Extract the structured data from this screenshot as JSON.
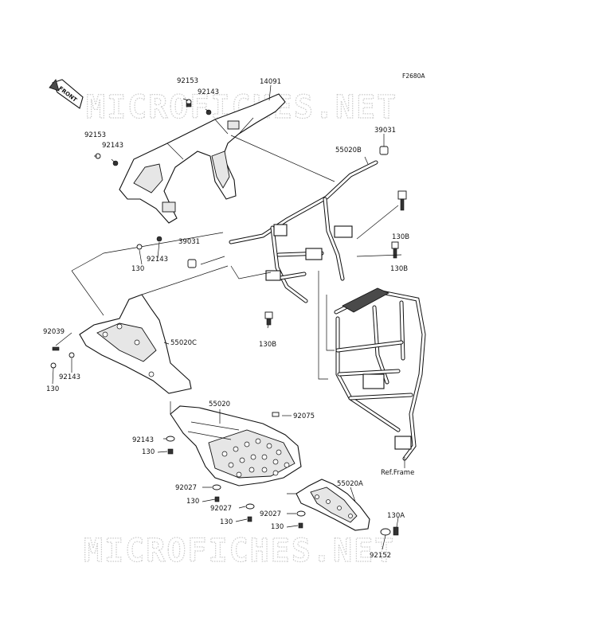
{
  "figure_code": "F2680A",
  "front_label": "FRONT",
  "watermark_text": "MICROFICHES.NET",
  "ref_label": "Ref.Frame",
  "callouts": {
    "c92153_top": "92153",
    "c92143_top": "92143",
    "c14091": "14091",
    "c92153_left": "92153",
    "c92143_left": "92143",
    "c39031_right": "39031",
    "c55020B": "55020B",
    "c130B_1": "130B",
    "c130B_2": "130B",
    "c39031_mid": "39031",
    "c92143_mid": "92143",
    "c130_mid": "130",
    "c130B_3": "130B",
    "c92039": "92039",
    "c55020C": "55020C",
    "c92143_lower": "92143",
    "c130_lower": "130",
    "c55020": "55020",
    "c92075": "92075",
    "c92143_plate": "92143",
    "c130_plate": "130",
    "c92027_a": "92027",
    "c130_a": "130",
    "c92027_b": "92027",
    "c130_b": "130",
    "c92027_c": "92027",
    "c130_c": "130",
    "c55020A": "55020A",
    "c130A": "130A",
    "c92152": "92152"
  }
}
